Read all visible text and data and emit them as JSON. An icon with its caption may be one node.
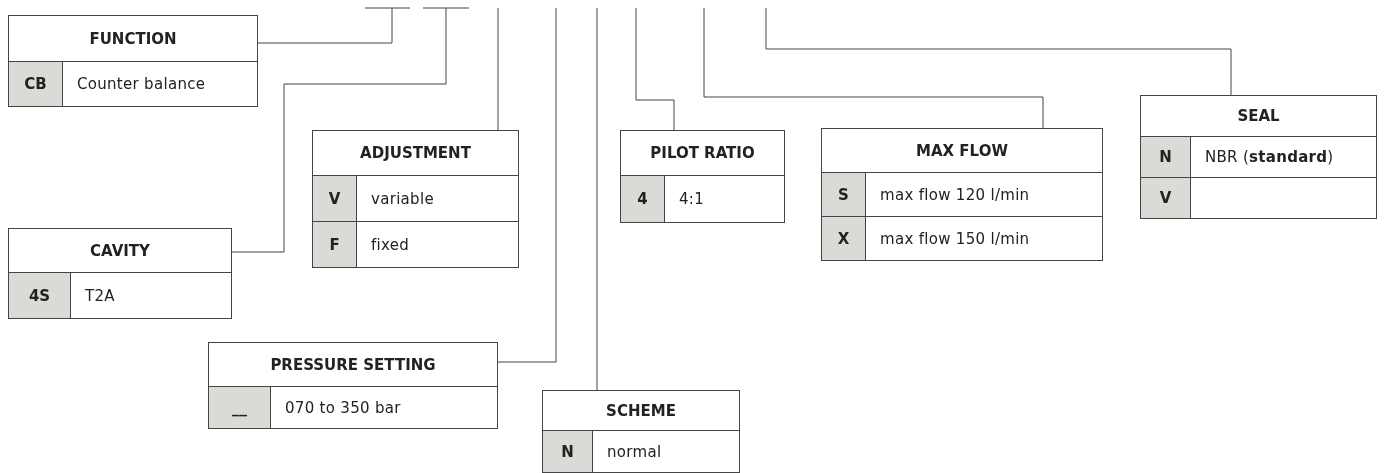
{
  "diagram": {
    "nodes": [
      {
        "text": [
          "FUNCTION",
          "CB",
          "Counter balance"
        ]
      },
      {
        "text": [
          "CAVITY",
          "4S",
          "T2A"
        ]
      },
      {
        "text": [
          "ADJUSTMENT",
          "V",
          "variable",
          "F",
          "fixed"
        ]
      },
      {
        "text": [
          "PRESSURE SETTING",
          "__",
          "070 to 350 bar"
        ]
      },
      {
        "text": [
          "SCHEME",
          "N",
          "normal"
        ]
      },
      {
        "text": [
          "PILOT RATIO",
          "4",
          "4:1"
        ]
      },
      {
        "text": [
          "MAX FLOW",
          "S",
          "max flow 120 l/min",
          "X",
          "max flow 150 l/min"
        ]
      },
      {
        "text": [
          "SEAL",
          "N",
          "NBR (**standard**)",
          "V"
        ]
      }
    ],
    "edges": [
      {
        "from": 0,
        "to": null,
        "arrow": "none"
      },
      {
        "from": 1,
        "to": null,
        "arrow": "none"
      },
      {
        "from": 2,
        "to": null,
        "arrow": "none"
      },
      {
        "from": 3,
        "to": null,
        "arrow": "none"
      },
      {
        "from": 4,
        "to": null,
        "arrow": "none"
      },
      {
        "from": 5,
        "to": null,
        "arrow": "none"
      },
      {
        "from": 6,
        "to": null,
        "arrow": "none"
      },
      {
        "from": 7,
        "to": null,
        "arrow": "none"
      }
    ]
  }
}
